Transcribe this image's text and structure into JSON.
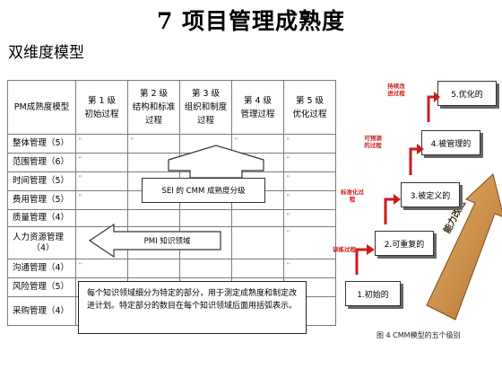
{
  "title": "7  项目管理成熟度",
  "subtitle": "双维度模型",
  "table": {
    "corner_label": "PM成熟度模型",
    "columns": [
      {
        "line1": "第 1 级",
        "line2": "初始过程"
      },
      {
        "line1": "第 2 级",
        "line2": "结构和标准",
        "line3": "过程"
      },
      {
        "line1": "第 3 级",
        "line2": "组织和制度",
        "line3": "过程"
      },
      {
        "line1": "第 4 级",
        "line2": "管理过程"
      },
      {
        "line1": "第 5 级",
        "line2": "优化过程"
      }
    ],
    "rows": [
      "整体管理（5）",
      "范围管理（6）",
      "时间管理（5）",
      "费用管理（5）",
      "质量管理（4）",
      "人力资源管理",
      "（4）",
      "沟通管理（4）",
      "风险管理（5）",
      "采购管理（4）"
    ],
    "cell_mark": "ⁿ"
  },
  "callouts": {
    "sei": "SEI 的 CMM 成熟度分级",
    "pmi": "PMI 知识领域",
    "note": "每个知识领域细分为特定的部分，用于测定成熟度和制定改进计划。特定部分的数目在每个知识领域后面用括弧表示。"
  },
  "cmm": {
    "levels": [
      "1.初始的",
      "2.可重复的",
      "3.被定义的",
      "4.被管理的",
      "5.优化的"
    ],
    "side_labels": [
      "训练过程",
      "标准化过程",
      "可预测的过程",
      "持续改进过程"
    ],
    "arrow_label": "能力改进",
    "caption": "图 4   CMM模型的五个级别"
  },
  "colors": {
    "accent_red": "#cc1d1d",
    "arrow_wood": "#c98a3a"
  }
}
